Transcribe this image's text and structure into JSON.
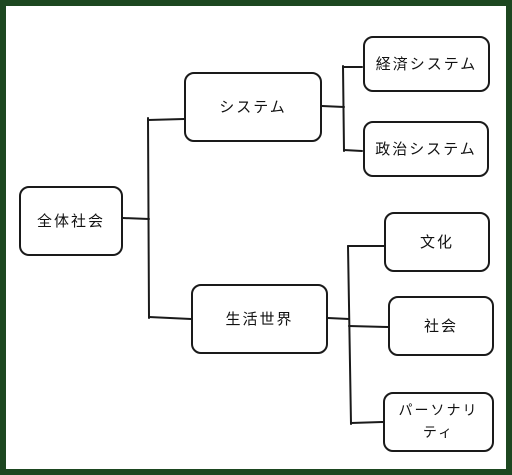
{
  "nodes": {
    "root": "全体社会",
    "system": "システム",
    "lifeworld": "生活世界",
    "economic_system": "経済システム",
    "political_system": "政治システム",
    "culture": "文化",
    "society": "社会",
    "personality": "パーソナリティ"
  },
  "colors": {
    "frame": "#1d4720",
    "background": "#ffffff",
    "stroke": "#1a1a1a"
  }
}
